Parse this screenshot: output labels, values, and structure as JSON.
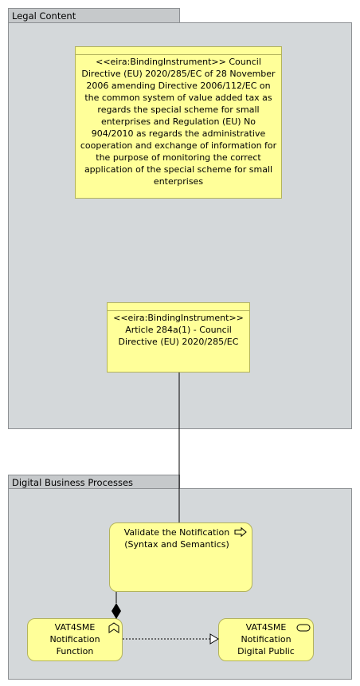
{
  "groups": {
    "legal": {
      "label": "Legal Content"
    },
    "digital": {
      "label": "Digital Business Processes"
    }
  },
  "legal_nodes": {
    "directive": {
      "stereotype": "<<eira:BindingInstrument>>",
      "text": "Council Directive (EU) 2020/285/EC of 28 November 2006 amending Directive 2006/112/EC on the common system of value added tax as regards the special scheme for small enterprises and Regulation (EU) No 904/2010 as regards the administrative cooperation and exchange of information for the purpose of monitoring the correct application of the special scheme for small enterprises"
    },
    "article": {
      "stereotype": "<<eira:BindingInstrument>>",
      "text": "Article 284a(1) - Council Directive (EU) 2020/285/EC"
    }
  },
  "process_nodes": {
    "validate": {
      "label": "Validate the Notification (Syntax and Semantics)",
      "icon": "process-arrow-icon"
    },
    "function": {
      "label": "VAT4SME Notification Function",
      "icon": "function-chevron-icon"
    },
    "service": {
      "label": "VAT4SME Notification Digital Public",
      "icon": "service-rounded-rect-icon"
    }
  },
  "colors": {
    "group_fill": "#d4d8da",
    "group_tab": "#c6c9cb",
    "node_fill": "#ffff99",
    "node_border": "#b3b35c"
  }
}
